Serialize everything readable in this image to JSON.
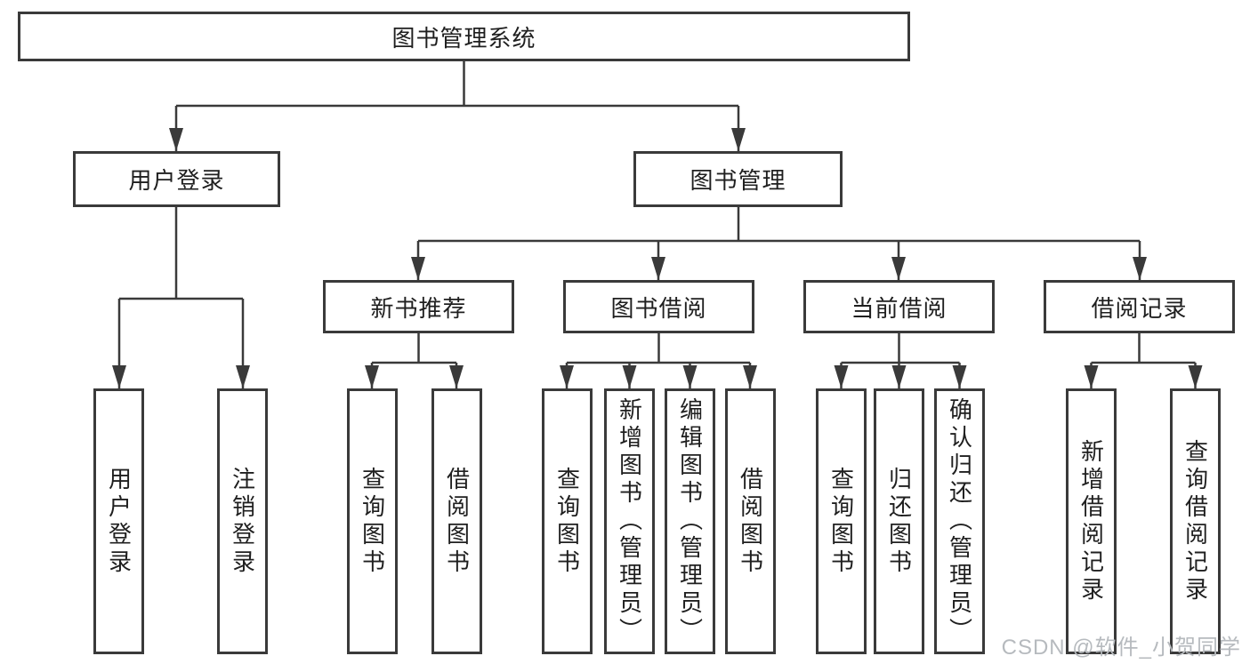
{
  "tree": {
    "label": "图书管理系统",
    "children": [
      {
        "label": "用户登录",
        "children": [
          {
            "label": "用户登录"
          },
          {
            "label": "注销登录"
          }
        ]
      },
      {
        "label": "图书管理",
        "children": [
          {
            "label": "新书推荐",
            "children": [
              {
                "label": "查询图书"
              },
              {
                "label": "借阅图书"
              }
            ]
          },
          {
            "label": "图书借阅",
            "children": [
              {
                "label": "查询图书"
              },
              {
                "label": "新增图书（管理员）"
              },
              {
                "label": "编辑图书（管理员）"
              },
              {
                "label": "借阅图书"
              }
            ]
          },
          {
            "label": "当前借阅",
            "children": [
              {
                "label": "查询图书"
              },
              {
                "label": "归还图书"
              },
              {
                "label": "确认归还（管理员）"
              }
            ]
          },
          {
            "label": "借阅记录",
            "children": [
              {
                "label": "新增借阅记录"
              },
              {
                "label": "查询借阅记录"
              }
            ]
          }
        ]
      }
    ]
  },
  "watermark": "CSDN @软件_小贺同学",
  "colors": {
    "line": "#3a3a3a",
    "box_border": "#3a3a3a",
    "text": "#1f1f1f",
    "watermark": "#b6babe",
    "background": "#ffffff"
  }
}
